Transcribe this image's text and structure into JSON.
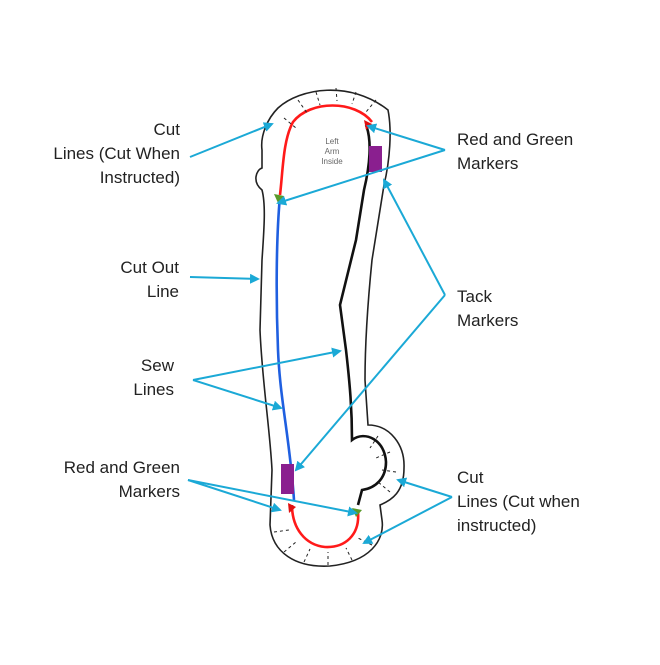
{
  "piece_label": [
    "Left",
    "Arm",
    "Inside"
  ],
  "labels": {
    "cut_lines_top": [
      "Cut",
      "Lines (Cut When",
      "Instructed)"
    ],
    "cut_out_line": [
      "Cut Out",
      "Line"
    ],
    "sew_lines": [
      "Sew",
      "Lines"
    ],
    "red_green_left": [
      "Red and Green",
      "Markers"
    ],
    "red_green_right": [
      "Red and Green",
      "Markers"
    ],
    "tack_markers": [
      "Tack",
      "Markers"
    ],
    "cut_lines_bottom": [
      "Cut",
      "Lines (Cut when",
      "instructed)"
    ]
  },
  "colors": {
    "arrow": "#1ba9d6",
    "outline": "#222222",
    "red_sew": "#ff1a1a",
    "blue_sew": "#1f5fe0",
    "tack": "#8a1f8f",
    "green_marker": "#5a9a2a",
    "red_marker": "#e11010"
  }
}
